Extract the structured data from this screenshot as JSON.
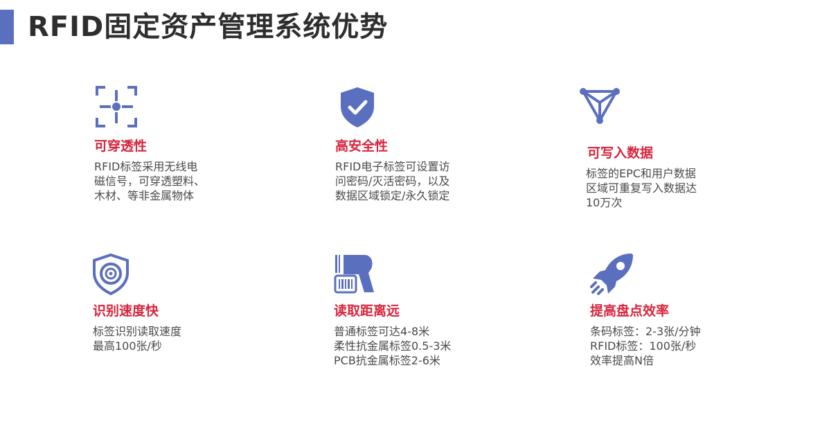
{
  "page": {
    "title": "RFID固定资产管理系统优势"
  },
  "colors": {
    "accent": "#5b6fbf",
    "heading": "#d8243c",
    "text": "#4a4a4a",
    "title": "#2e2e2e"
  },
  "features": [
    {
      "icon": "scan-target-icon",
      "title": "可穿透性",
      "lines": [
        "RFID标签采用无线电",
        "磁信号，可穿透塑料、",
        "木材、等非金属物体"
      ]
    },
    {
      "icon": "shield-check-icon",
      "title": "高安全性",
      "lines": [
        " RFID电子标签可设置访",
        "问密码/灭活密码，以及",
        "数据区域锁定/永久锁定"
      ]
    },
    {
      "icon": "triangle-network-icon",
      "title": "可写入数据",
      "lines": [
        "标签的EPC和用户数据",
        "区域可重复写入数据达",
        "10万次"
      ]
    },
    {
      "icon": "shield-target-icon",
      "title": "识别速度快",
      "lines": [
        "标签识别读取速度",
        "最高100张/秒"
      ]
    },
    {
      "icon": "barcode-scanner-icon",
      "title": "读取距离远",
      "lines": [
        "普通标签可达4-8米",
        "柔性抗金属标签0.5-3米",
        "PCB抗金属标签2-6米"
      ]
    },
    {
      "icon": "rocket-icon",
      "title": "提高盘点效率",
      "lines": [
        "条码标签：2-3张/分钟",
        "RFID标签：100张/秒",
        "效率提高N倍"
      ]
    }
  ]
}
